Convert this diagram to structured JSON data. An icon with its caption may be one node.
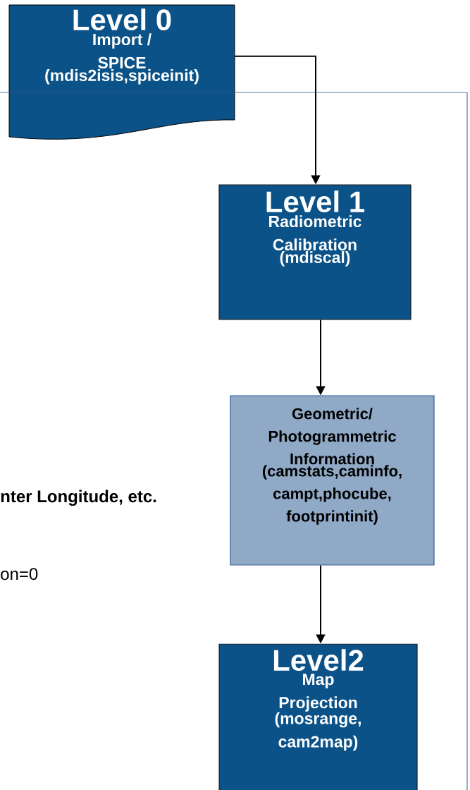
{
  "diagram": {
    "nodes": [
      {
        "text": [
          "Level 0",
          "Import / SPICE",
          "(mdis2isis,spiceinit)"
        ]
      },
      {
        "text": [
          "nter Longitude, etc.",
          "on=0"
        ]
      },
      {
        "text": [
          "Level 1",
          "Radiometric Calibration",
          "(mdiscal)"
        ],
        "in": 1
      },
      {
        "text": [
          "Geometric/ Photogrammetric Information",
          "(camstats,caminfo, campt,phocube, footprintinit)"
        ],
        "in": 1
      },
      {
        "text": [
          "Level2",
          "Map Projection",
          "(mosrange, cam2map)"
        ],
        "in": 1
      }
    ],
    "edges": [
      {
        "from": 0,
        "to": 2,
        "arrow": "to"
      },
      {
        "from": 2,
        "to": 3,
        "arrow": "to"
      },
      {
        "from": 3,
        "to": 4,
        "arrow": "to"
      }
    ]
  }
}
